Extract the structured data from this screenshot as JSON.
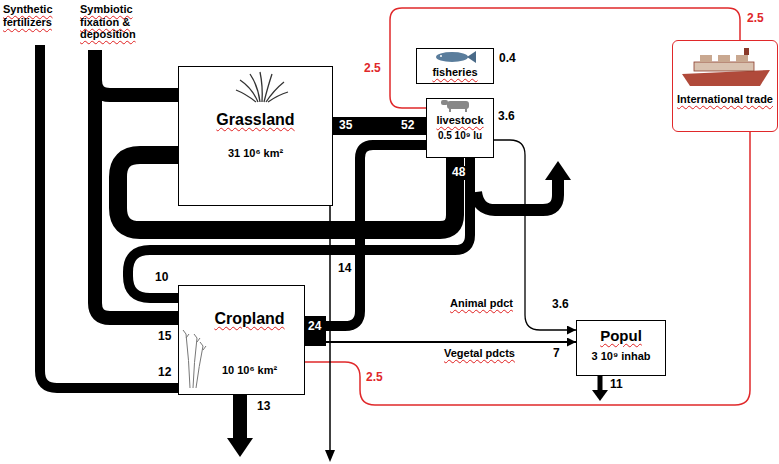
{
  "diagram": {
    "nodes": [
      {
        "text": [
          "Grassland",
          "31 10⁶ km²"
        ]
      },
      {
        "text": [
          "fisheries"
        ]
      },
      {
        "text": [
          "International trade"
        ]
      },
      {
        "text": [
          "livestock",
          "0.5 10⁹ lu"
        ]
      },
      {
        "text": [
          "Cropland",
          "10 10⁶ km²"
        ]
      },
      {
        "text": [
          "Popul",
          "3 10⁹ inhab"
        ]
      }
    ],
    "edges": [
      {
        "from": 0,
        "to": 3,
        "label": "35",
        "arrow": "none"
      },
      {
        "from": 4,
        "to": 3,
        "label": "14",
        "arrow": "none"
      },
      {
        "from": 3,
        "to": 0,
        "arrow": "none"
      },
      {
        "from": 3,
        "to": 4,
        "label": "10",
        "arrow": "none"
      },
      {
        "from": 3,
        "to": 5,
        "label": "Animal pdct",
        "arrow": "to"
      },
      {
        "from": 4,
        "to": 5,
        "label": "Vegetal pdcts",
        "arrow": "to"
      },
      {
        "from": 2,
        "to": 3,
        "label": "2.5",
        "arrow": "none"
      },
      {
        "from": 4,
        "to": 2,
        "label": "2.5",
        "arrow": "none"
      }
    ],
    "labels": [
      "Synthetic fertilizers",
      "Symbiotic fixation & deposition",
      "2.5",
      "0.4",
      "52",
      "3.6",
      "48",
      "24",
      "15",
      "12",
      "13",
      "3.6",
      "7",
      "11"
    ]
  }
}
